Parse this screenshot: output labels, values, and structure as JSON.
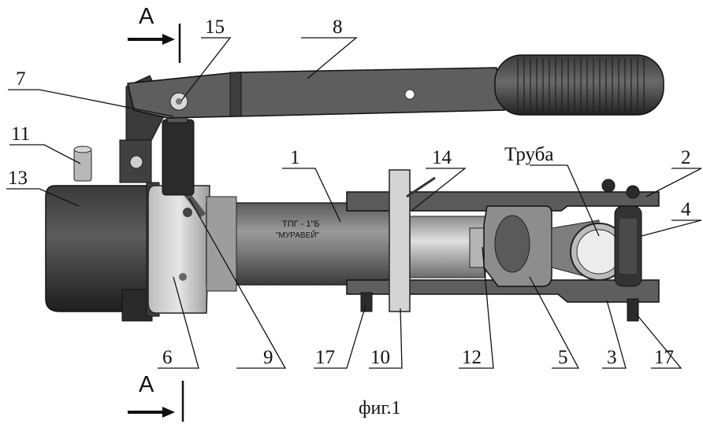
{
  "figure": {
    "caption": "фиг.1",
    "section_mark": "А",
    "labels": {
      "l1": "1",
      "l2": "2",
      "l3": "3",
      "l4": "4",
      "l5": "5",
      "l6": "6",
      "l7": "7",
      "l8": "8",
      "l9": "9",
      "l10": "10",
      "l11": "11",
      "l12": "12",
      "l13": "13",
      "l14": "14",
      "l15": "15",
      "l17a": "17",
      "l17b": "17",
      "pipe": "Труба"
    },
    "engraving": {
      "line1": "ТПГ - 1\"Б",
      "line2": "\"МУРАВЕЙ\""
    }
  }
}
